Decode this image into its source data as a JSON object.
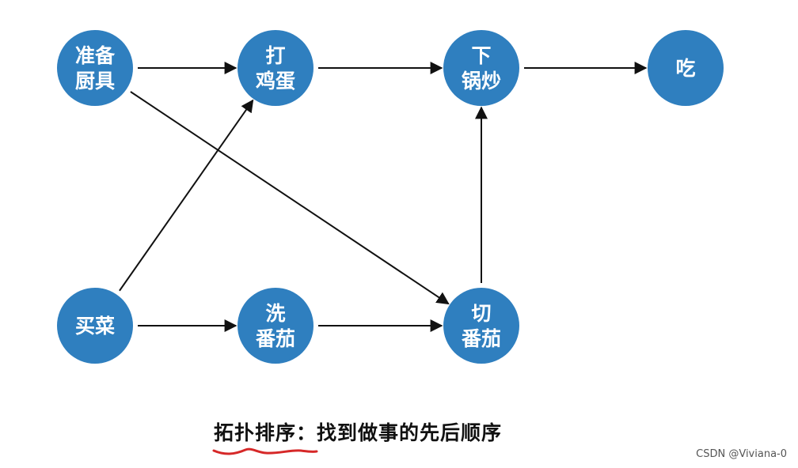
{
  "nodes": [
    {
      "id": "prepare",
      "lines": [
        "准备",
        "厨具"
      ]
    },
    {
      "id": "beat",
      "lines": [
        "打",
        "鸡蛋"
      ]
    },
    {
      "id": "stirfry",
      "lines": [
        "下",
        "锅炒"
      ]
    },
    {
      "id": "eat",
      "lines": [
        "吃"
      ]
    },
    {
      "id": "buy",
      "lines": [
        "买菜"
      ]
    },
    {
      "id": "wash",
      "lines": [
        "洗",
        "番茄"
      ]
    },
    {
      "id": "cut",
      "lines": [
        "切",
        "番茄"
      ]
    }
  ],
  "edges": [
    {
      "from": "prepare",
      "to": "beat"
    },
    {
      "from": "beat",
      "to": "stirfry"
    },
    {
      "from": "stirfry",
      "to": "eat"
    },
    {
      "from": "prepare",
      "to": "cut"
    },
    {
      "from": "buy",
      "to": "beat"
    },
    {
      "from": "buy",
      "to": "wash"
    },
    {
      "from": "wash",
      "to": "cut"
    },
    {
      "from": "cut",
      "to": "stirfry"
    }
  ],
  "caption": {
    "term": "拓扑排序",
    "separator": "：",
    "description": "找到做事的先后顺序"
  },
  "watermark": "CSDN @Viviana-0",
  "colors": {
    "node_fill": "#2f7fbf",
    "node_text": "#ffffff",
    "edge": "#111111",
    "underline": "#d62828"
  }
}
